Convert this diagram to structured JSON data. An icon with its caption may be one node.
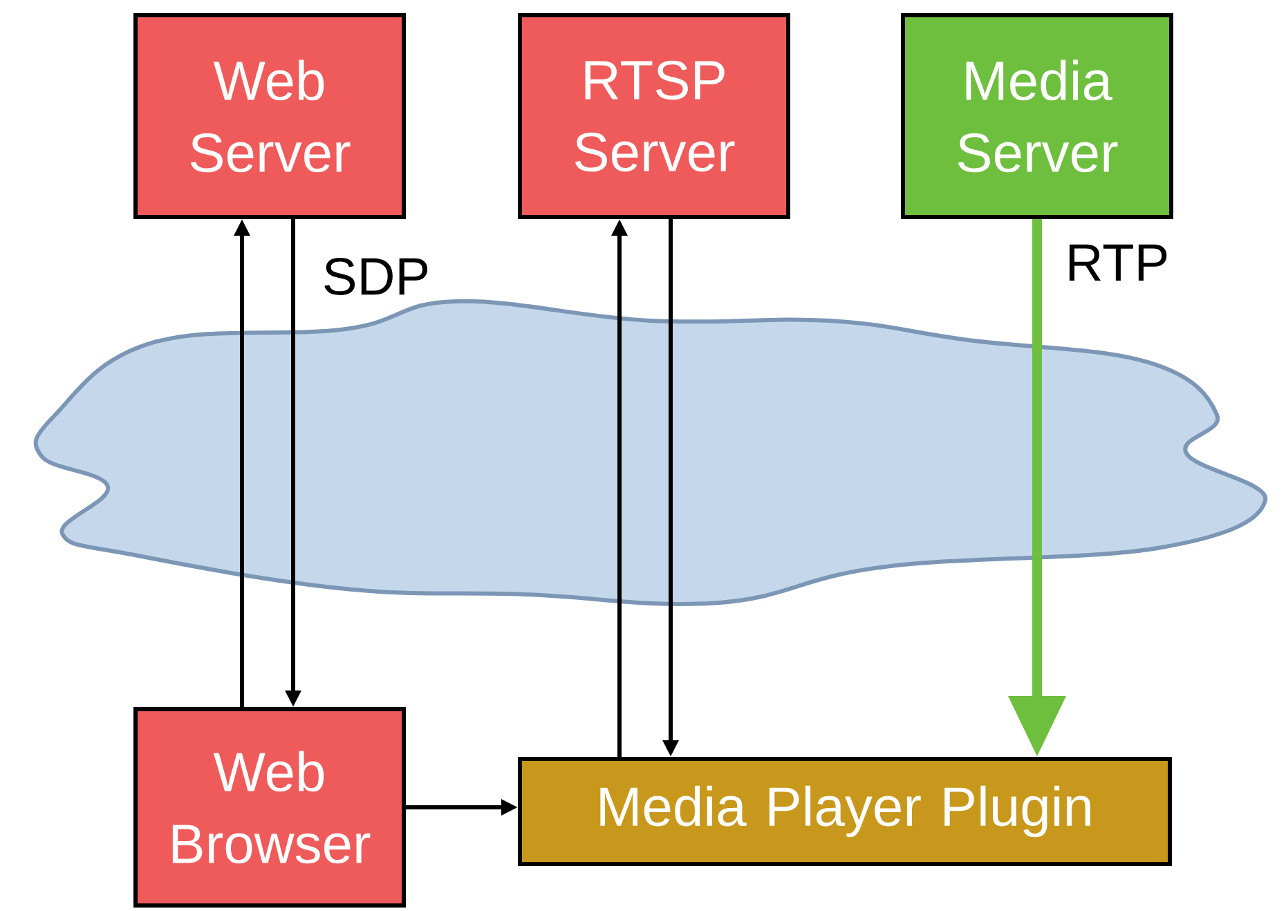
{
  "diagram": {
    "nodes": [
      {
        "text": [
          "Web Server"
        ]
      },
      {
        "text": [
          "RTSP Server"
        ]
      },
      {
        "text": [
          "Media Server"
        ]
      },
      {
        "text": [
          "Web Browser"
        ]
      },
      {
        "text": [
          "Media Player Plugin"
        ]
      }
    ],
    "edges": [
      {
        "from": 3,
        "to": 0,
        "arrow": "to"
      },
      {
        "from": 0,
        "to": 3,
        "arrow": "to",
        "label": "SDP"
      },
      {
        "from": 4,
        "to": 1,
        "arrow": "to"
      },
      {
        "from": 1,
        "to": 4,
        "arrow": "to"
      },
      {
        "from": 2,
        "to": 4,
        "arrow": "to",
        "label": "RTP",
        "style": "thick",
        "color": "#6fbf3f"
      },
      {
        "from": 3,
        "to": 4,
        "arrow": "to"
      }
    ]
  }
}
